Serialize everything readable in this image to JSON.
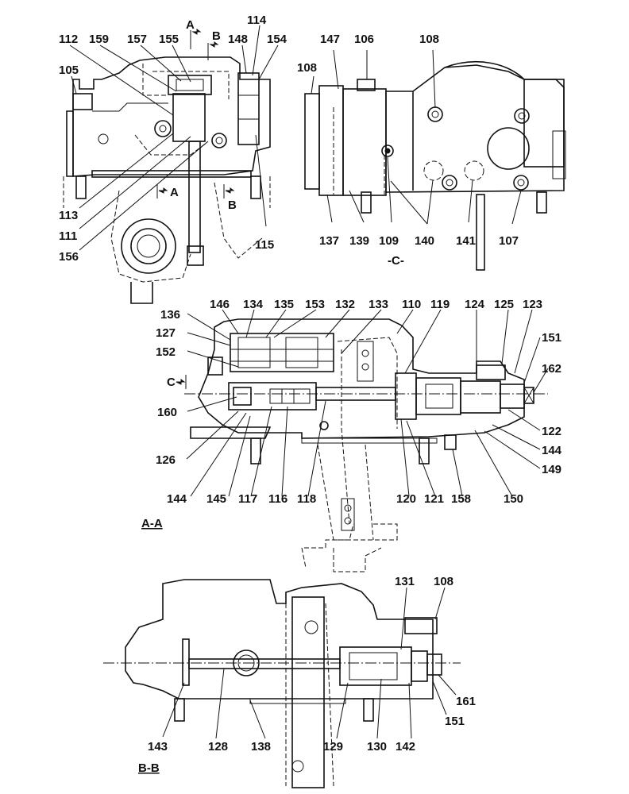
{
  "view_labels": {
    "section_aa": "A-A",
    "section_bb": "B-B",
    "view_c": "-C-"
  },
  "cut_markers": {
    "a_top": "A",
    "b_top": "B",
    "a_mid": "A",
    "b_mid": "B",
    "c_left": "C"
  },
  "parts": {
    "top_left": [
      "112",
      "159",
      "157",
      "155",
      "148",
      "114",
      "154",
      "105",
      "113",
      "111",
      "156",
      "115"
    ],
    "top_right": [
      "147",
      "106",
      "108",
      "108",
      "137",
      "139",
      "109",
      "140",
      "141",
      "107"
    ],
    "section_aa": [
      "146",
      "134",
      "135",
      "153",
      "132",
      "133",
      "110",
      "119",
      "124",
      "125",
      "123",
      "136",
      "127",
      "152",
      "151",
      "162",
      "160",
      "126",
      "144",
      "145",
      "117",
      "116",
      "118",
      "120",
      "121",
      "158",
      "150",
      "122",
      "144",
      "149"
    ],
    "section_bb": [
      "131",
      "108",
      "161",
      "151",
      "143",
      "128",
      "138",
      "129",
      "130",
      "142"
    ]
  }
}
